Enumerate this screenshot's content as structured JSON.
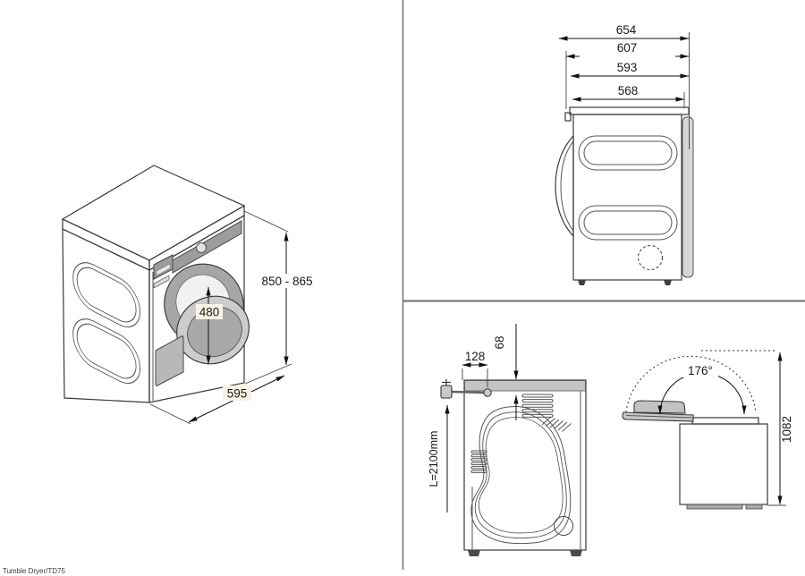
{
  "footer": {
    "label": "Tumble Dryer/TD75"
  },
  "colors": {
    "body_gray": "#b5b5b5",
    "top_gray": "#d9d9d9",
    "panel_dark": "#9c9c9c",
    "rear_panel_light": "#d7d7d7",
    "label_cream_bg": "#f7f3e4",
    "dimension_line": "#111111",
    "divider_gray": "#7a7a7a"
  },
  "views": {
    "isometric": {
      "title": "isometric-front-view",
      "labels": {
        "height_range": "850 - 865",
        "door_diameter": "480",
        "width": "595"
      }
    },
    "side": {
      "title": "side-view-depths",
      "labels": {
        "depth_with_door": "654",
        "depth_607": "607",
        "depth_593": "593",
        "depth_568": "568"
      }
    },
    "rear": {
      "title": "rear-view-cord",
      "labels": {
        "cord_offset_x": "128",
        "cord_offset_y": "68",
        "cord_length": "L=2100mm"
      }
    },
    "door_open": {
      "title": "door-open-side-view",
      "labels": {
        "opening_angle": "176°",
        "height_door_open": "1082"
      }
    }
  }
}
